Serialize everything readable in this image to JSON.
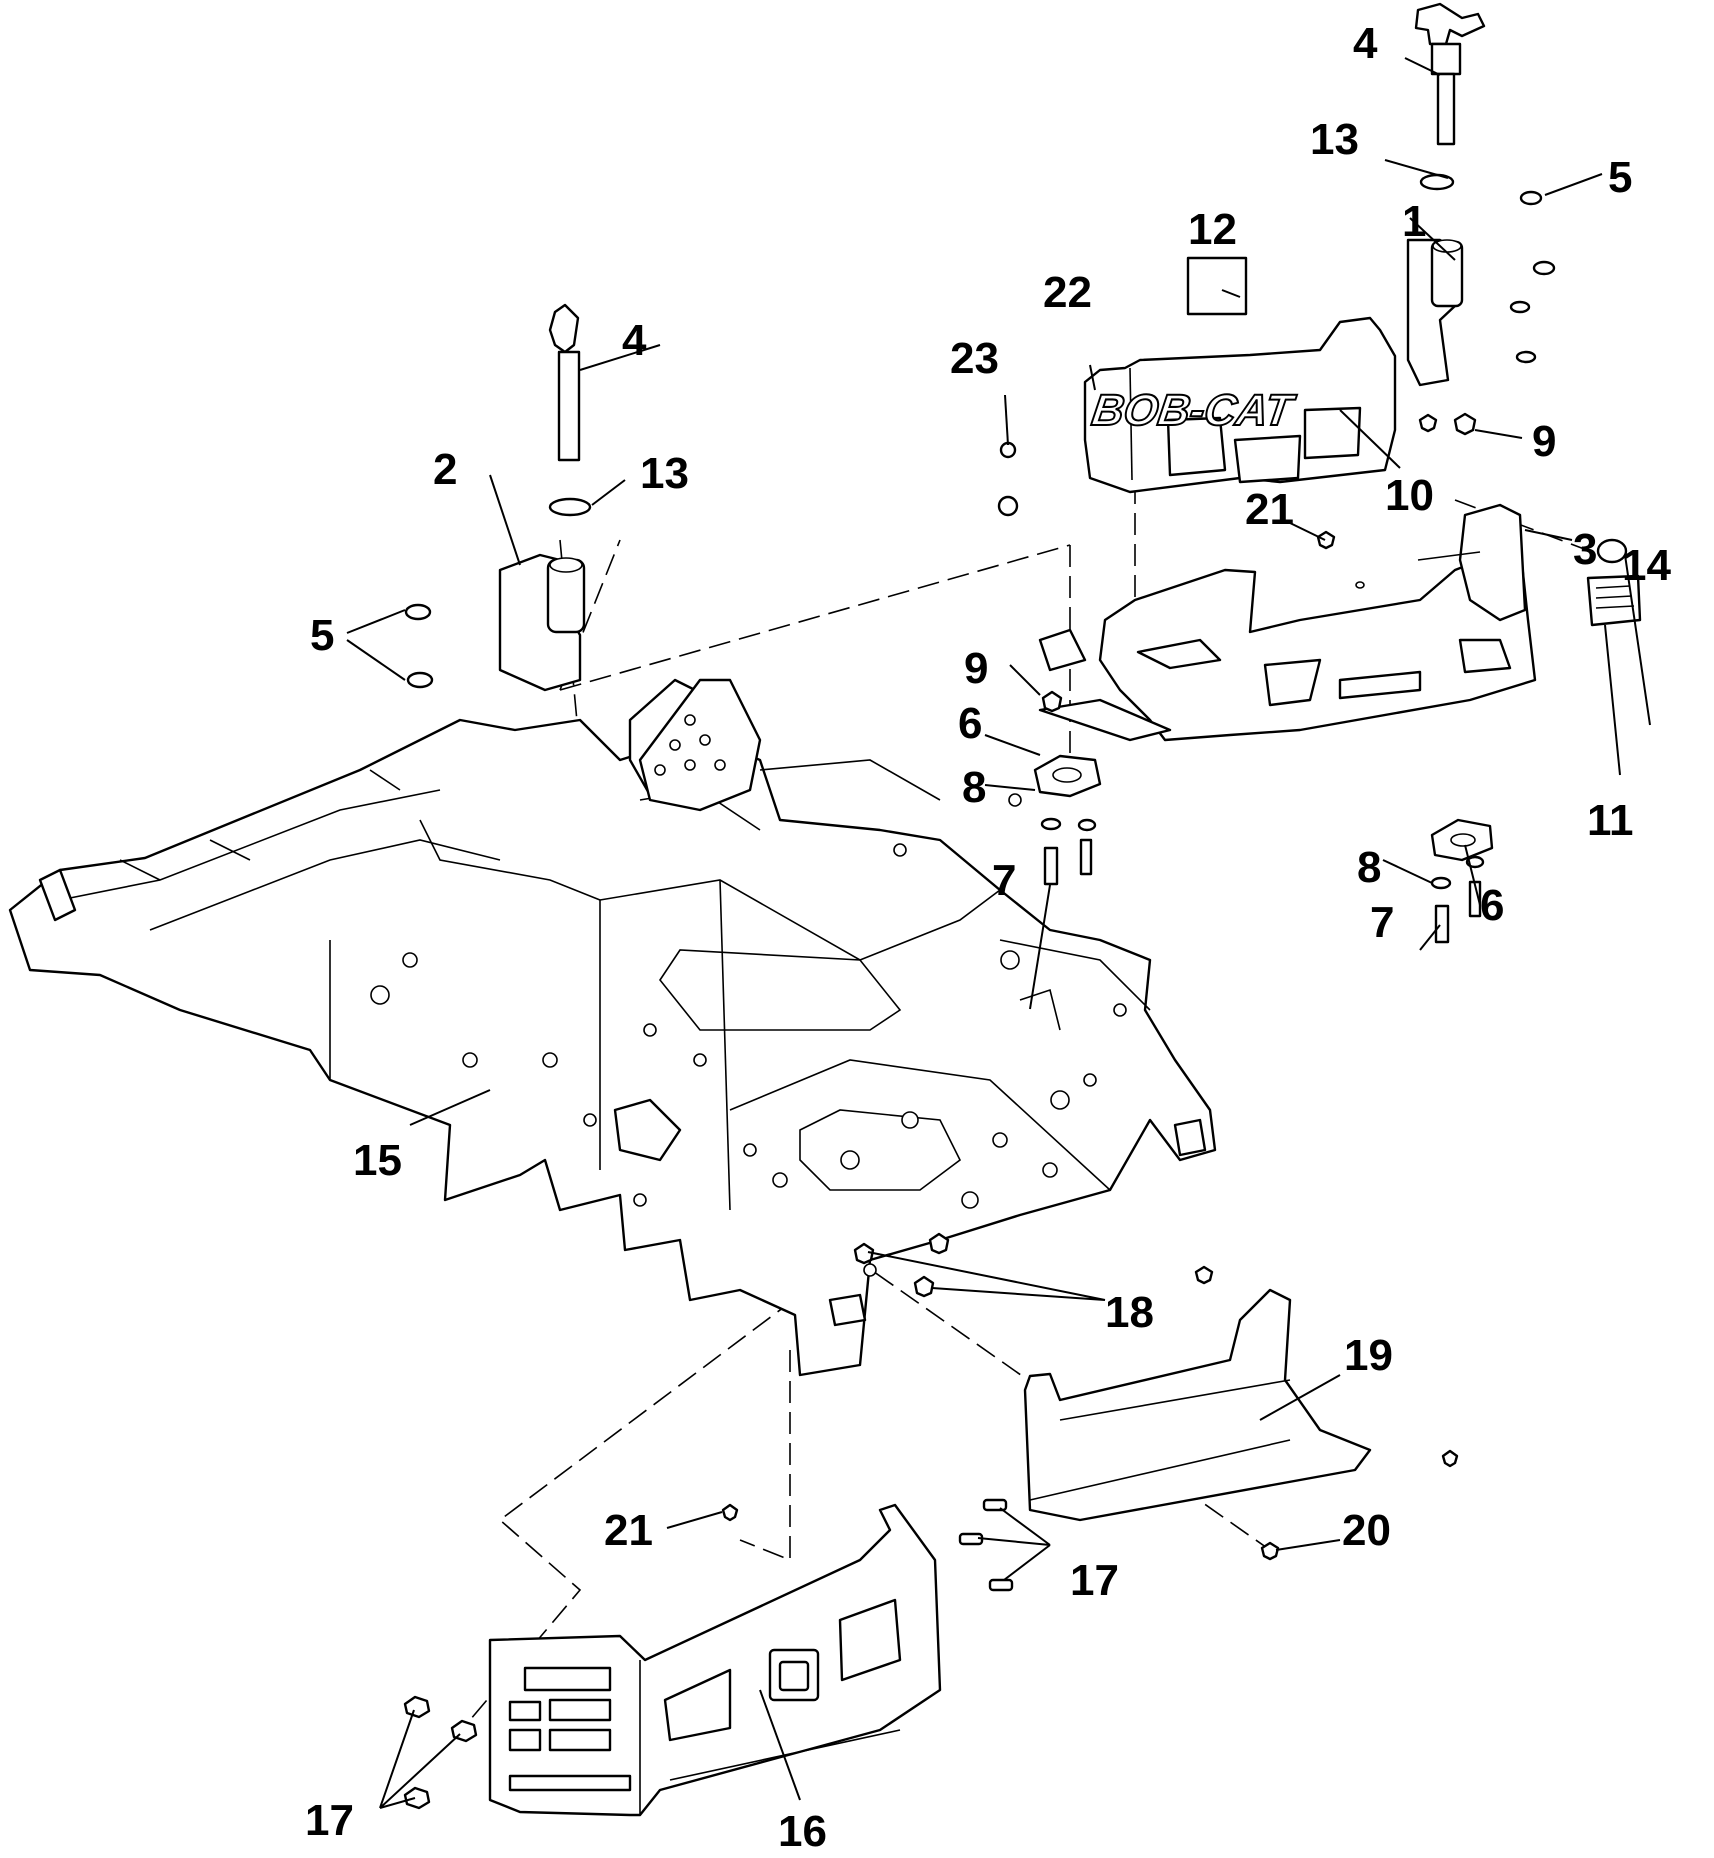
{
  "callouts": [
    {
      "label": "1"
    },
    {
      "label": "2"
    },
    {
      "label": "3"
    },
    {
      "label": "4"
    },
    {
      "label": "4"
    },
    {
      "label": "5"
    },
    {
      "label": "5"
    },
    {
      "label": "6"
    },
    {
      "label": "6"
    },
    {
      "label": "7"
    },
    {
      "label": "7"
    },
    {
      "label": "8"
    },
    {
      "label": "8"
    },
    {
      "label": "9"
    },
    {
      "label": "9"
    },
    {
      "label": "10"
    },
    {
      "label": "11"
    },
    {
      "label": "12"
    },
    {
      "label": "13"
    },
    {
      "label": "13"
    },
    {
      "label": "14"
    },
    {
      "label": "15"
    },
    {
      "label": "16"
    },
    {
      "label": "17"
    },
    {
      "label": "17"
    },
    {
      "label": "18"
    },
    {
      "label": "19"
    },
    {
      "label": "20"
    },
    {
      "label": "21"
    },
    {
      "label": "21"
    },
    {
      "label": "22"
    },
    {
      "label": "23"
    }
  ],
  "logo_text": "BOB-CAT"
}
